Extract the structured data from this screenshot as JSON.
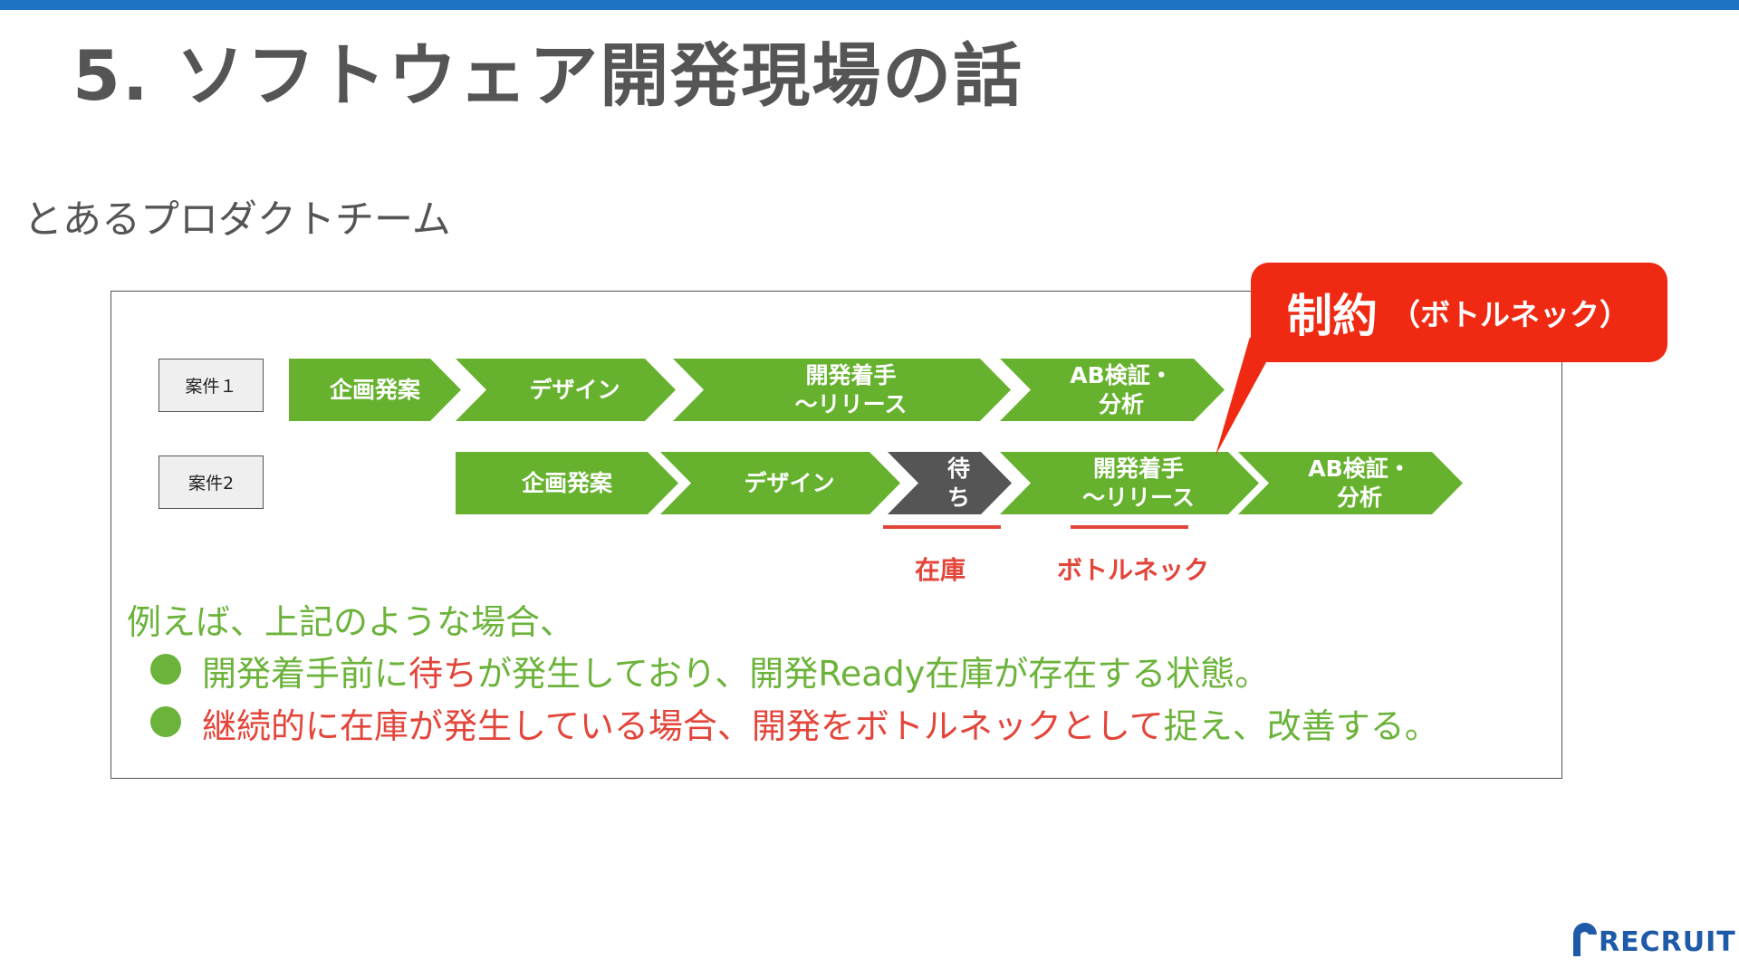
{
  "colors": {
    "accent_blue": "#1f74c2",
    "green": "#66b22e",
    "dark_gray": "#555555",
    "red": "#e3453a",
    "callout_red": "#f02a12",
    "text_green": "#6bb33a",
    "logo_blue": "#1e5aa8"
  },
  "title": "5. ソフトウェア開発現場の話",
  "subtitle": "とあるプロダクトチーム",
  "cases": [
    {
      "label": "案件１",
      "stages": [
        "企画発案",
        "デザイン",
        "開発着手\n～リリース",
        "AB検証・\n分析"
      ]
    },
    {
      "label": "案件2",
      "stages": [
        "企画発案",
        "デザイン",
        "待\nち",
        "開発着手\n～リリース",
        "AB検証・\n分析"
      ]
    }
  ],
  "annotations": {
    "inventory": "在庫",
    "bottleneck": "ボトルネック"
  },
  "callout": {
    "main": "制約",
    "sub": "（ボトルネック）"
  },
  "body": {
    "intro": "例えば、上記のような場合、",
    "bullet1_part1": "開発着手前に",
    "bullet1_part2": "待ち",
    "bullet1_part3": "が発生しており、開発Ready在庫が存在する状態。",
    "bullet2_part1": "継続的に在庫が発生している場合、開発をボトルネックとして",
    "bullet2_part2": "捉え、改善する。"
  },
  "logo": {
    "text": "RECRUIT"
  }
}
